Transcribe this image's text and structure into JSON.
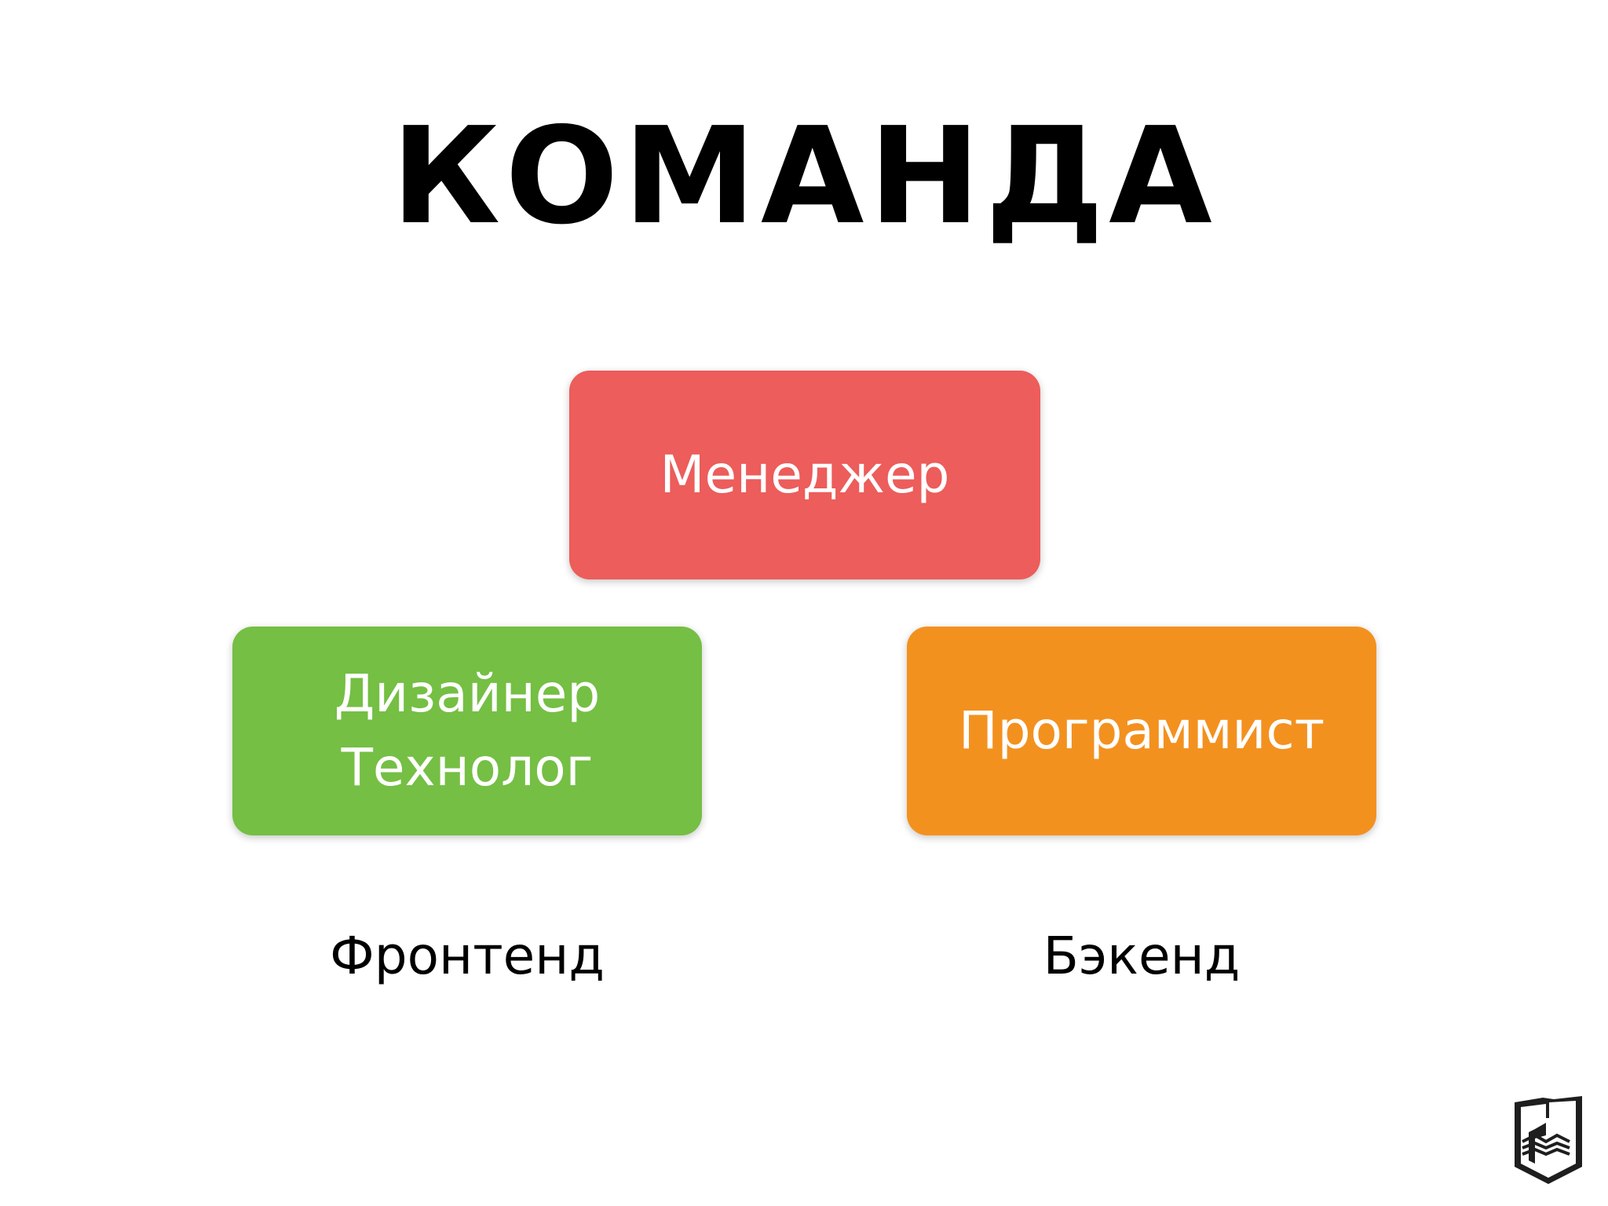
{
  "slide": {
    "title": "КОМАНДА"
  },
  "diagram": {
    "manager": {
      "label": "Менеджер",
      "color": "#EC5D5B"
    },
    "designer": {
      "line1": "Дизайнер",
      "line2": "Технолог",
      "color": "#75BF44"
    },
    "programmer": {
      "label": "Программист",
      "color": "#F3911F"
    },
    "captions": {
      "frontend": "Фронтенд",
      "backend": "Бэкенд"
    }
  },
  "logo": {
    "icon": "shield-book-icon",
    "color": "#1E1E1E"
  }
}
